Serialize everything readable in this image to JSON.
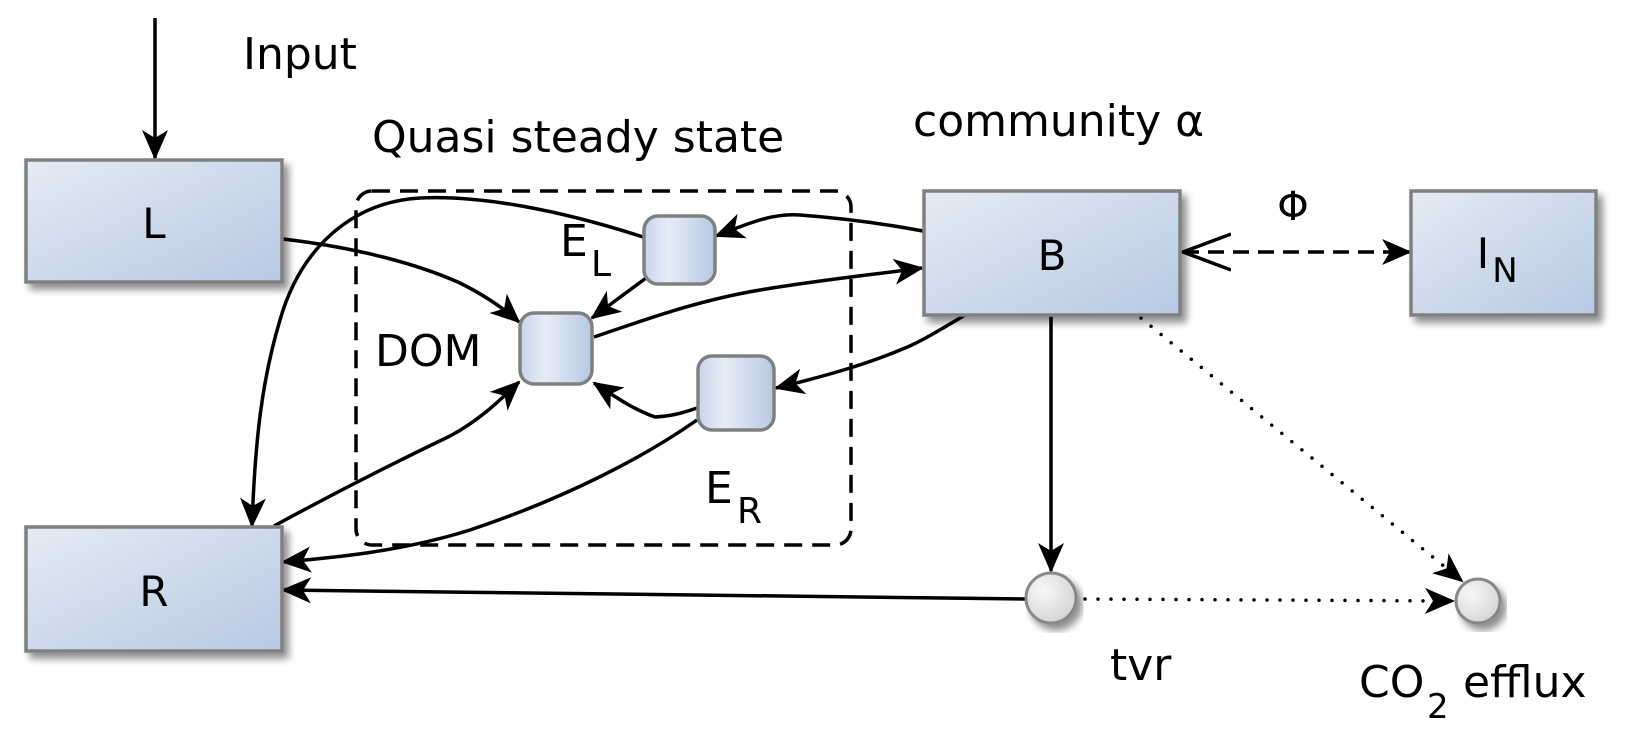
{
  "labels": {
    "input": "Input",
    "quasi_steady_state": "Quasi steady state",
    "community": "community α",
    "phi": "Φ",
    "dom": "DOM",
    "el_main": "E",
    "el_sub": "L",
    "er_main": "E",
    "er_sub": "R",
    "tvr": "tvr",
    "co2_main": "CO",
    "co2_sub": "2",
    "co2_rest": " efflux"
  },
  "nodes": {
    "L": {
      "label": "L",
      "kind": "pool"
    },
    "R": {
      "label": "R",
      "kind": "pool"
    },
    "B": {
      "label": "B",
      "kind": "pool"
    },
    "IN": {
      "label": "I",
      "sub": "N",
      "kind": "pool"
    },
    "DOM": {
      "label": "",
      "kind": "quasi-steady pool"
    },
    "EL": {
      "label": "",
      "kind": "quasi-steady pool"
    },
    "ER": {
      "label": "",
      "kind": "quasi-steady pool"
    },
    "tvr": {
      "label": "",
      "kind": "flux node"
    },
    "co2": {
      "label": "",
      "kind": "flux node"
    }
  },
  "edges": [
    {
      "from": "Input",
      "to": "L",
      "style": "solid"
    },
    {
      "from": "L",
      "to": "DOM",
      "style": "solid"
    },
    {
      "from": "EL",
      "to": "DOM",
      "style": "solid"
    },
    {
      "from": "EL",
      "to": "R",
      "style": "solid"
    },
    {
      "from": "B",
      "to": "EL",
      "style": "solid"
    },
    {
      "from": "DOM",
      "to": "B",
      "style": "solid"
    },
    {
      "from": "B",
      "to": "ER",
      "style": "solid"
    },
    {
      "from": "ER",
      "to": "DOM",
      "style": "solid"
    },
    {
      "from": "ER",
      "to": "R",
      "style": "solid"
    },
    {
      "from": "R",
      "to": "DOM",
      "style": "solid"
    },
    {
      "from": "B",
      "to": "tvr",
      "style": "solid"
    },
    {
      "from": "tvr",
      "to": "R",
      "style": "solid"
    },
    {
      "from": "tvr",
      "to": "co2",
      "style": "dotted"
    },
    {
      "from": "B",
      "to": "co2",
      "style": "dotted"
    },
    {
      "from": "B",
      "to": "IN",
      "style": "dashed",
      "bidirectional": true
    }
  ],
  "colors": {
    "box_light": "#e4ebf5",
    "box_dark": "#b7c9e2",
    "border": "#808080",
    "line": "#000000",
    "circle_light": "#f6f6f6",
    "circle_dark": "#d4d4d4"
  }
}
